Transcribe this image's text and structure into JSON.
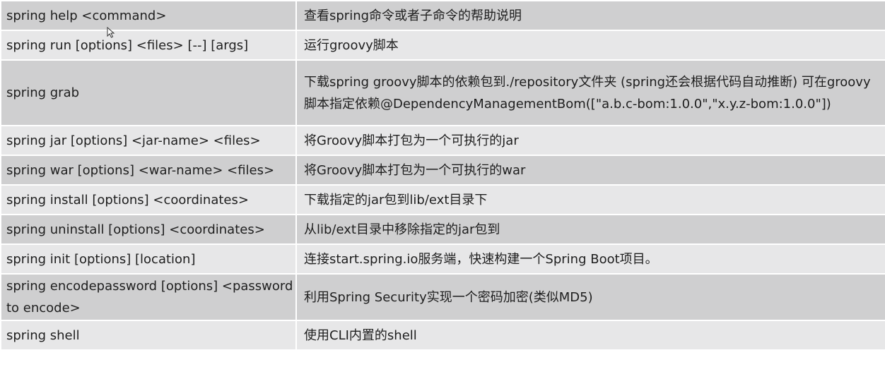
{
  "commands": [
    {
      "command": "spring help <command>",
      "description": "查看spring命令或者子命令的帮助说明"
    },
    {
      "command": "spring run [options] <files> [--] [args]",
      "description": "运行groovy脚本"
    },
    {
      "command": "spring  grab",
      "description": "下载spring groovy脚本的依赖包到./repository文件夹 (spring还会根据代码自动推断) 可在groovy脚本指定依赖@DependencyManagementBom([\"a.b.c-bom:1.0.0\",\"x.y.z-bom:1.0.0\"])"
    },
    {
      "command": "spring  jar [options] <jar-name> <files>",
      "description": "将Groovy脚本打包为一个可执行的jar"
    },
    {
      "command": "spring  war [options] <war-name> <files>",
      "description": "将Groovy脚本打包为一个可执行的war"
    },
    {
      "command": "spring  install [options] <coordinates>",
      "description": "下载指定的jar包到lib/ext目录下"
    },
    {
      "command": "spring  uninstall [options] <coordinates>",
      "description": "从lib/ext目录中移除指定的jar包到"
    },
    {
      "command": "spring  init [options] [location]",
      "description": "连接start.spring.io服务端，快速构建一个Spring Boot项目。"
    },
    {
      "command": "spring  encodepassword [options] <password to encode>",
      "description": "利用Spring Security实现一个密码加密(类似MD5)"
    },
    {
      "command": "spring  shell",
      "description": "使用CLI内置的shell"
    }
  ],
  "colors": {
    "row_dark": "#cfcfd0",
    "row_light": "#e7e7e8",
    "border": "#ffffff",
    "text": "#1e1e1e"
  },
  "icons": {
    "cursor": "mouse-pointer-icon"
  }
}
